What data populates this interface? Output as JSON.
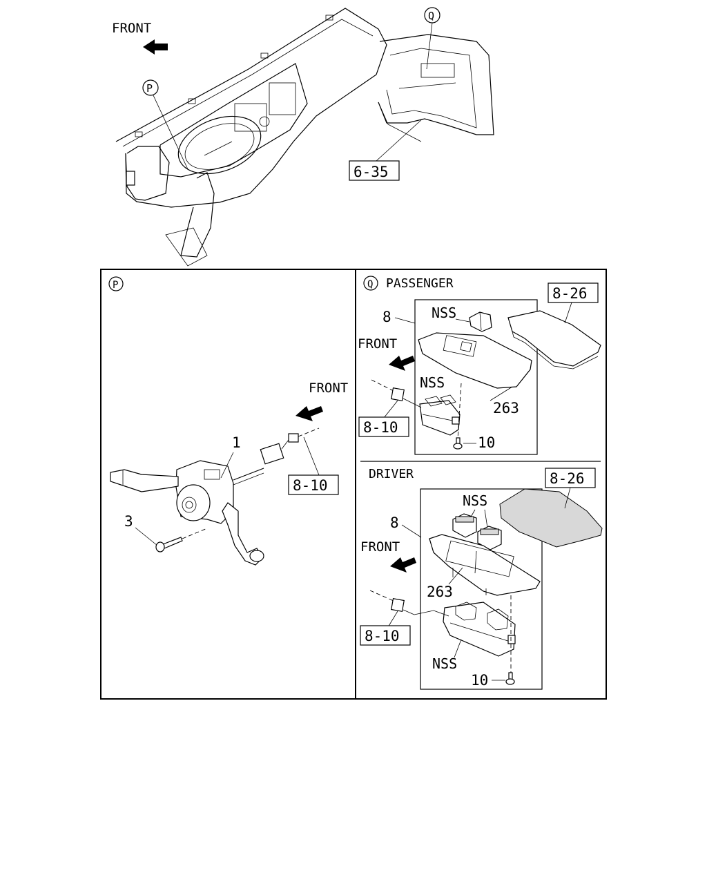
{
  "overview": {
    "front_label": "FRONT",
    "callout_p": "P",
    "callout_q": "Q",
    "ref_dash": "6-35"
  },
  "panel_p": {
    "callout": "P",
    "front_label": "FRONT",
    "part_switch": "1",
    "part_screw": "3",
    "ref_connector": "8-10"
  },
  "panel_q_passenger": {
    "callout": "Q",
    "title": "PASSENGER",
    "front_label": "FRONT",
    "part_bezel": "8",
    "nss_top": "NSS",
    "nss_switch": "NSS",
    "part_263": "263",
    "part_10": "10",
    "ref_trim": "8-26",
    "ref_connector": "8-10"
  },
  "panel_driver": {
    "title": "DRIVER",
    "front_label": "FRONT",
    "part_bezel": "8",
    "nss_top": "NSS",
    "nss_switch": "NSS",
    "part_263": "263",
    "part_10": "10",
    "ref_trim": "8-26",
    "ref_connector": "8-10"
  }
}
